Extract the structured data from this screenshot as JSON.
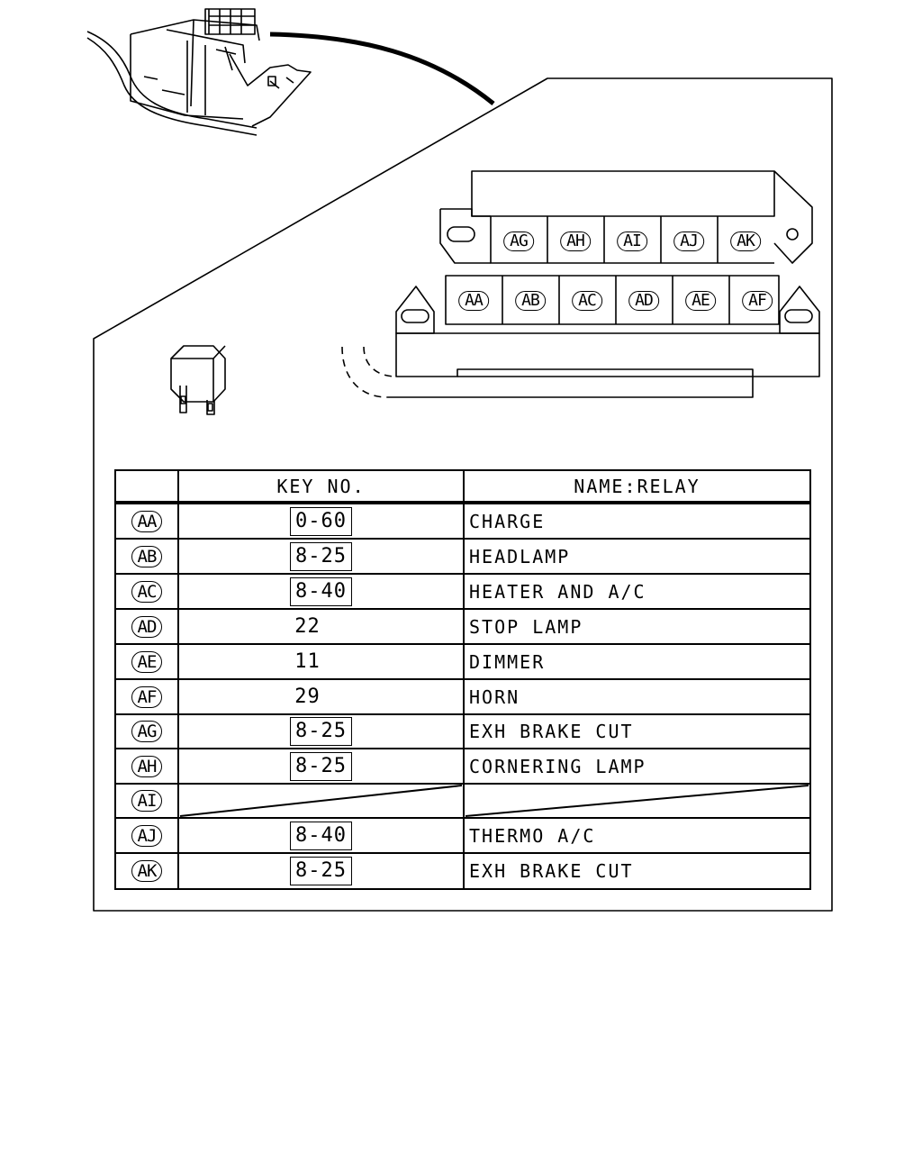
{
  "box_slots": {
    "upper": [
      "AG",
      "AH",
      "AI",
      "AJ",
      "AK"
    ],
    "lower": [
      "AA",
      "AB",
      "AC",
      "AD",
      "AE",
      "AF"
    ]
  },
  "table": {
    "headers": {
      "code": "",
      "key": "KEY NO.",
      "name": "NAME:RELAY"
    },
    "rows": [
      {
        "code": "AA",
        "key": "0-60",
        "boxed": true,
        "name": "CHARGE"
      },
      {
        "code": "AB",
        "key": "8-25",
        "boxed": true,
        "name": "HEADLAMP"
      },
      {
        "code": "AC",
        "key": "8-40",
        "boxed": true,
        "name": "HEATER AND A/C"
      },
      {
        "code": "AD",
        "key": "22",
        "boxed": false,
        "name": "STOP LAMP"
      },
      {
        "code": "AE",
        "key": "11",
        "boxed": false,
        "name": "DIMMER"
      },
      {
        "code": "AF",
        "key": "29",
        "boxed": false,
        "name": "HORN"
      },
      {
        "code": "AG",
        "key": "8-25",
        "boxed": true,
        "name": "EXH BRAKE CUT"
      },
      {
        "code": "AH",
        "key": "8-25",
        "boxed": true,
        "name": "CORNERING LAMP"
      },
      {
        "code": "AI",
        "key": "",
        "boxed": false,
        "name": "",
        "empty": true
      },
      {
        "code": "AJ",
        "key": "8-40",
        "boxed": true,
        "name": "THERMO A/C"
      },
      {
        "code": "AK",
        "key": "8-25",
        "boxed": true,
        "name": "EXH BRAKE CUT"
      }
    ]
  }
}
